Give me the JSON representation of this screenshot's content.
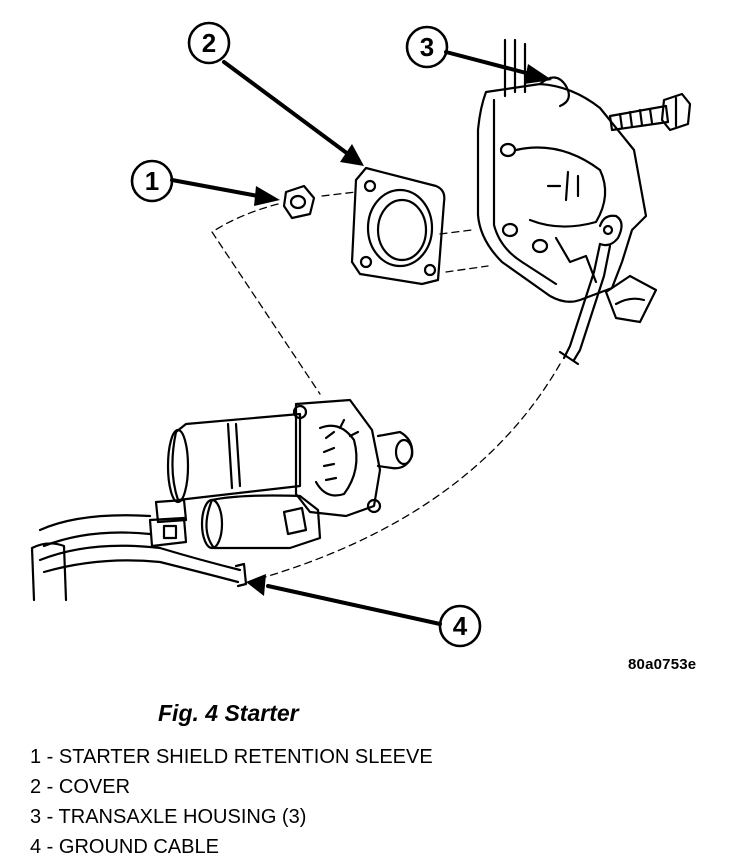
{
  "figure": {
    "callouts": [
      {
        "number": "1",
        "label": "STARTER SHIELD RETENTION SLEEVE"
      },
      {
        "number": "2",
        "label": "COVER"
      },
      {
        "number": "3",
        "label": "TRANSAXLE HOUSING (3)"
      },
      {
        "number": "4",
        "label": "GROUND CABLE"
      }
    ],
    "code": "80a0753e",
    "caption": "Fig. 4 Starter",
    "separator": " - "
  }
}
